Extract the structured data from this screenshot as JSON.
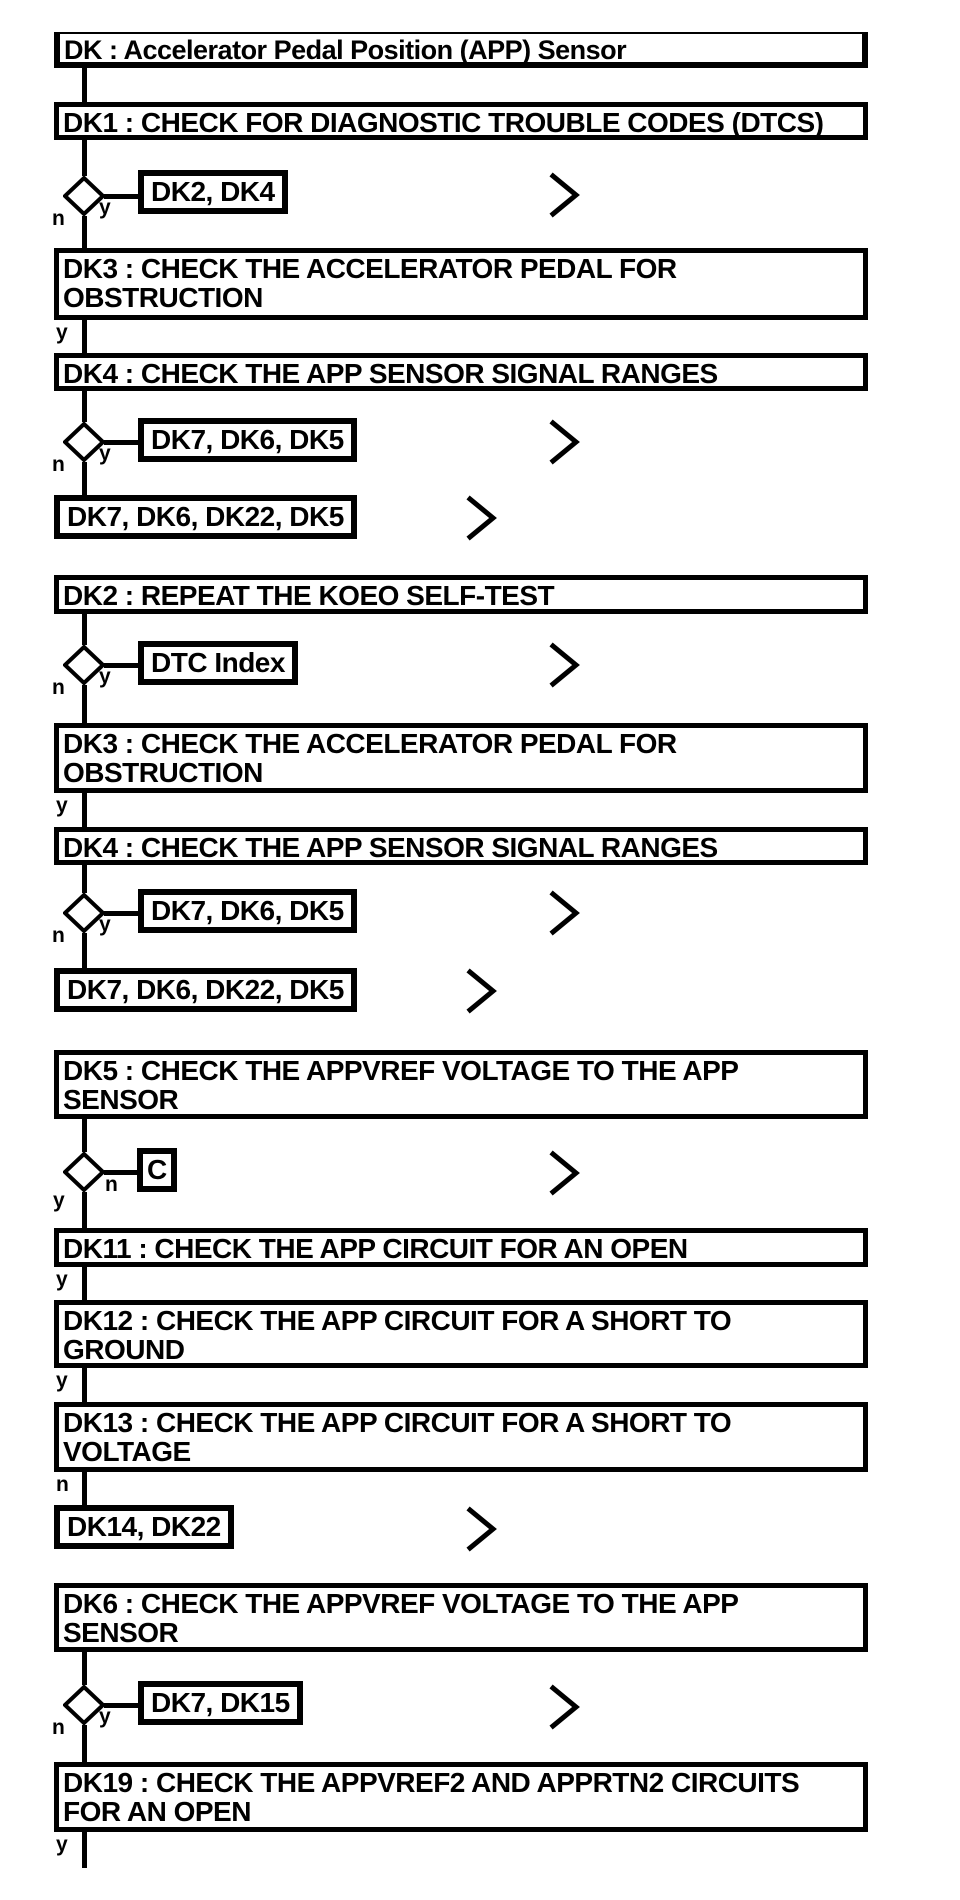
{
  "palette": {
    "ink": "#000000",
    "paper": "#ffffff"
  },
  "flow": {
    "title": "DK : Accelerator Pedal Position (APP) Sensor",
    "yes": "y",
    "no": "n",
    "steps": {
      "dk1": "DK1 : CHECK FOR DIAGNOSTIC TROUBLE CODES (DTCS)",
      "dk2": "DK2 : REPEAT THE KOEO SELF-TEST",
      "dk3": "DK3 : CHECK THE ACCELERATOR PEDAL FOR\nOBSTRUCTION",
      "dk4": "DK4 : CHECK THE APP SENSOR SIGNAL RANGES",
      "dk5": "DK5 : CHECK THE APPVREF VOLTAGE TO THE APP\nSENSOR",
      "dk6": "DK6 : CHECK THE APPVREF VOLTAGE TO THE APP\nSENSOR",
      "dk11": "DK11 : CHECK THE APP CIRCUIT FOR AN OPEN",
      "dk12": "DK12 : CHECK THE APP CIRCUIT FOR A SHORT TO\nGROUND",
      "dk13": "DK13 : CHECK THE APP CIRCUIT FOR A SHORT TO\nVOLTAGE",
      "dk19": "DK19 : CHECK THE APPVREF2 AND APPRTN2 CIRCUITS\nFOR AN OPEN"
    },
    "refs": {
      "dk2_dk4": "DK2, DK4",
      "dk7_dk6_dk5": "DK7, DK6, DK5",
      "dk7_dk6_dk22_dk5": "DK7, DK6, DK22, DK5",
      "dtc_index": "DTC Index",
      "c": "C",
      "dk14_dk22": "DK14, DK22",
      "dk7_dk15": "DK7, DK15"
    }
  }
}
